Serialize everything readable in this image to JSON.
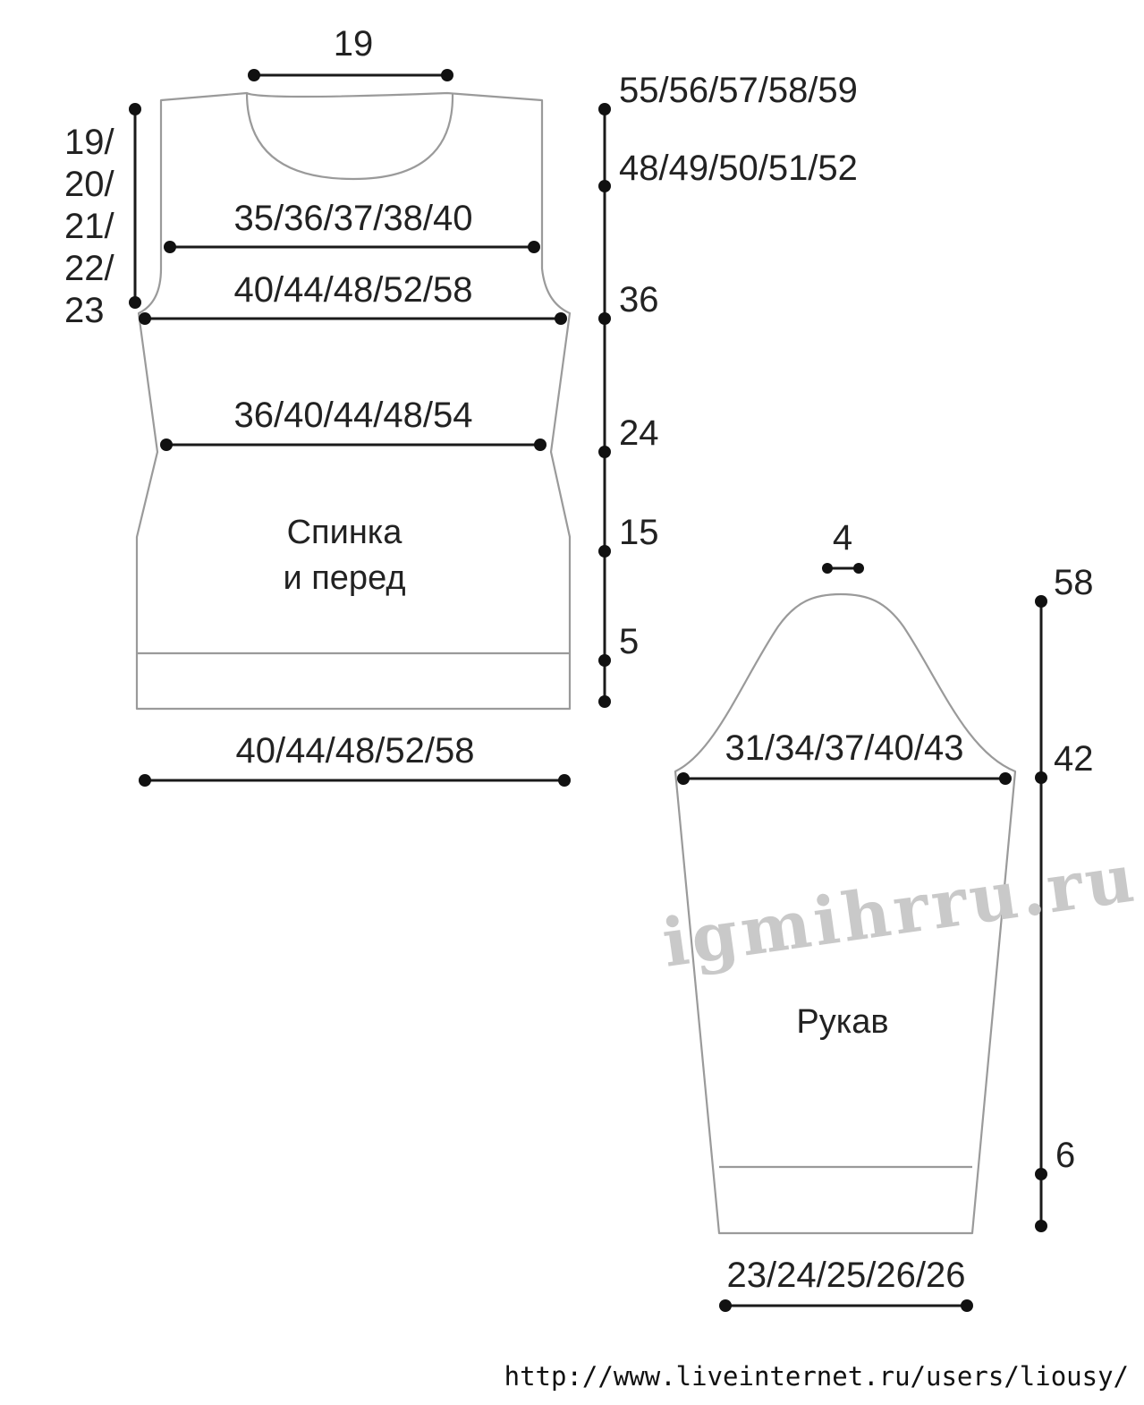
{
  "body_piece": {
    "name_line1": "Спинка",
    "name_line2": "и перед",
    "neck_width": "19",
    "shoulder_width": "35/36/37/38/40",
    "chest_width": "40/44/48/52/58",
    "waist_width": "36/40/44/48/54",
    "hem_width": "40/44/48/52/58",
    "armhole_depth": [
      "19/",
      "20/",
      "21/",
      "22/",
      "23"
    ],
    "height_total": "55/56/57/58/59",
    "height_to_neck": "48/49/50/51/52",
    "height_to_armhole": "36",
    "height_to_waist": "24",
    "height_to_hip": "15",
    "rib_height": "5"
  },
  "sleeve_piece": {
    "name": "Рукав",
    "cap_top_width": "4",
    "upper_width": "31/34/37/40/43",
    "cuff_width": "23/24/25/26/26",
    "height_total": "58",
    "height_to_cap": "42",
    "cuff_height": "6"
  },
  "watermark": "igmihrru.ru",
  "source_url": "http://www.liveinternet.ru/users/liousy/"
}
